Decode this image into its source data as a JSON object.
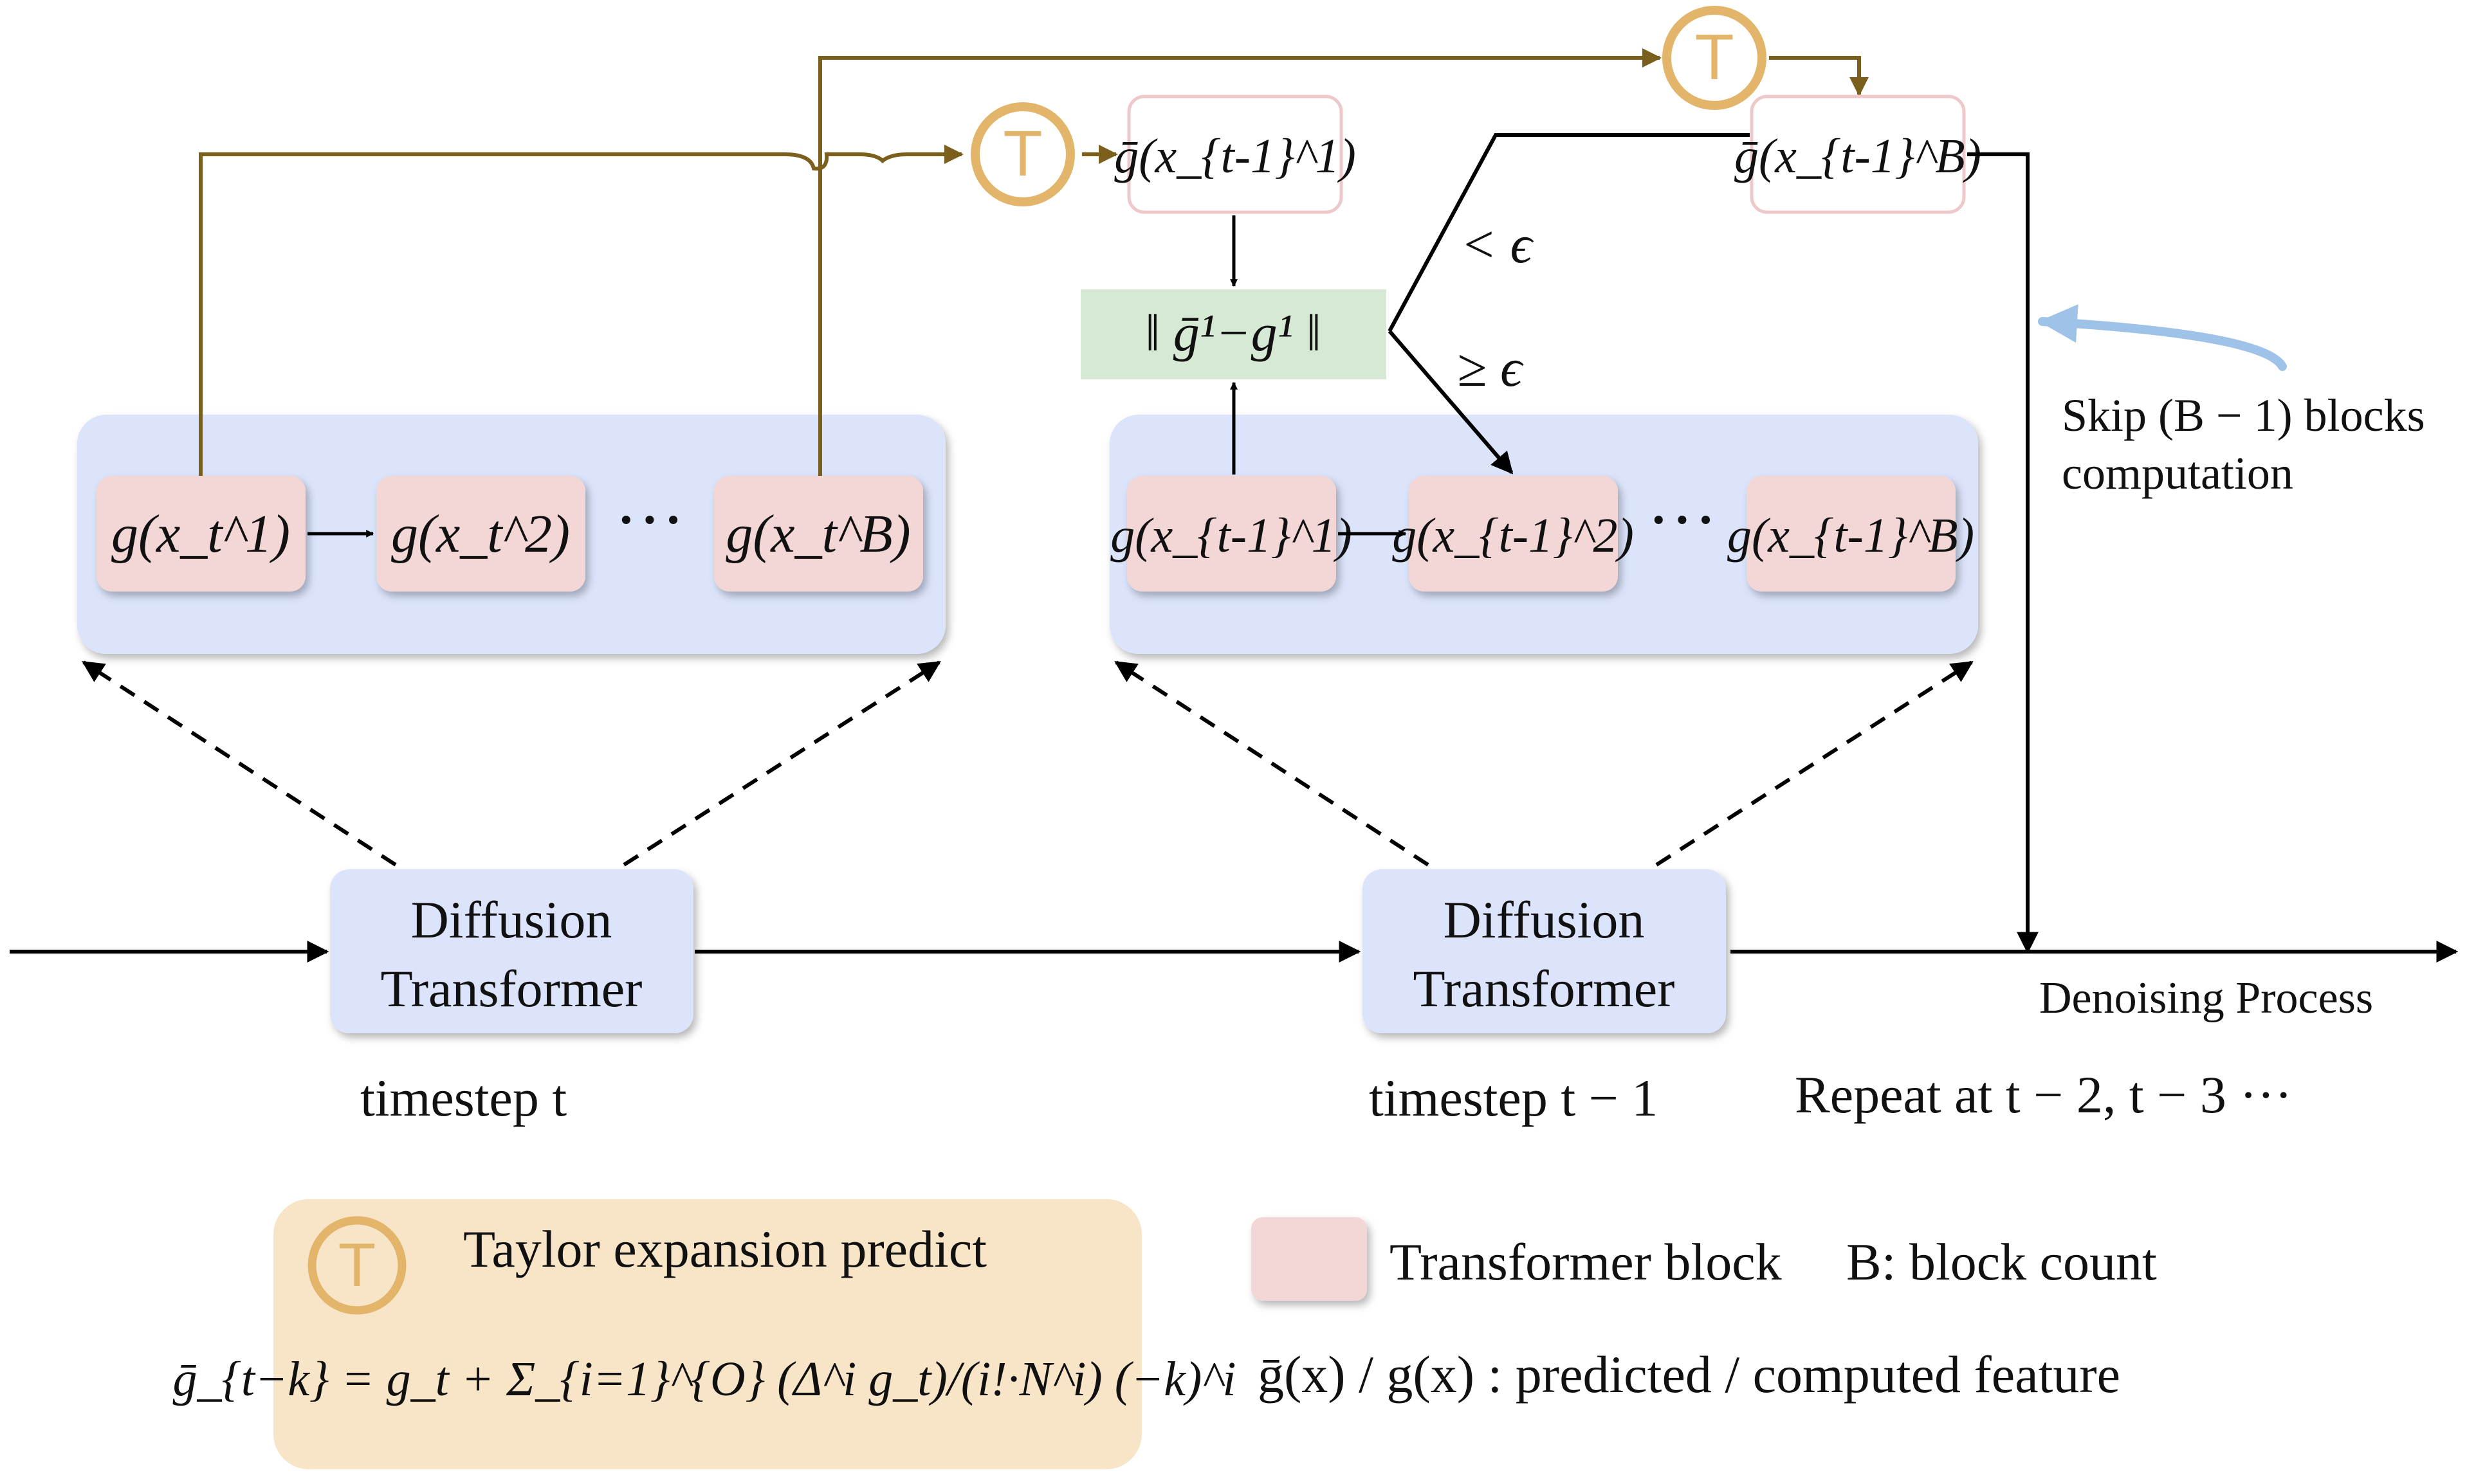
{
  "blocks_t": [
    "g(x_t^1)",
    "g(x_t^2)",
    "g(x_t^B)"
  ],
  "blocks_t1": [
    "g(x_{t-1}^1)",
    "g(x_{t-1}^2)",
    "g(x_{t-1}^B)"
  ],
  "ellipsis": "···",
  "predicted": {
    "first": "ḡ(x_{t-1}^1)",
    "last": "ḡ(x_{t-1}^B)"
  },
  "taylor_symbol": "T",
  "norm_box": "‖ ḡ¹−g¹ ‖",
  "threshold": {
    "below": "< ϵ",
    "above": "≥ ϵ"
  },
  "dit": {
    "line1": "Diffusion",
    "line2": "Transformer"
  },
  "timestep_t": "timestep t",
  "timestep_t1": "timestep t − 1",
  "repeat": "Repeat at t − 2, t − 3 ···",
  "skip": {
    "line1": "Skip (B − 1) blocks",
    "line2": "computation"
  },
  "denoising": "Denoising Process",
  "legend": {
    "taylor_title": "Taylor expansion predict",
    "formula": "ḡ_{t−k} = g_t + Σ_{i=1}^{O} (Δ^i g_t)/(i!·N^i) (−k)^i",
    "block_label": "Transformer block",
    "block_count": "B: block count",
    "feature_label": "ḡ(x) / g(x) : predicted / computed feature"
  },
  "colors": {
    "panel": "#dbe4fb",
    "block": "#f3d6d6",
    "pred_border": "#efc9c9",
    "norm_bg": "#d6e9d4",
    "taylor": "#e2b56a",
    "taylor_line": "#7a5f1d",
    "legend_bg": "#f8e5c8",
    "skip_arrow": "#9fc3e8"
  }
}
